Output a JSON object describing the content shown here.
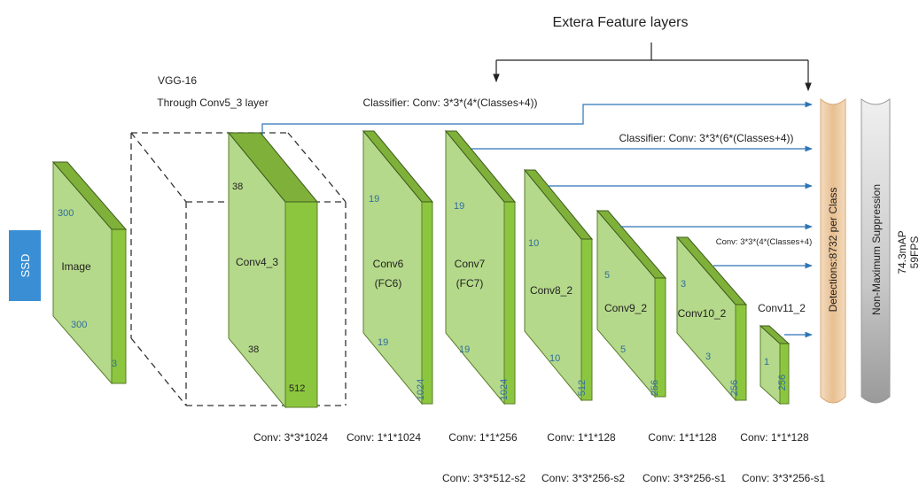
{
  "colors": {
    "block_front": "#b5d98a",
    "block_side": "#8cc63f",
    "block_top": "#7fb13a",
    "arrow_blue": "#2e75b6",
    "ssd_box": "#3a8fd4",
    "detections_bar": "#edc9a0",
    "nms_bar": "#c8c8c8",
    "dim_text": "#2e6e9e"
  },
  "ssd_label": "SSD",
  "title": "Extera Feature layers",
  "vgg": {
    "name": "VGG-16",
    "subtitle": "Through Conv5_3 layer"
  },
  "classifiers": {
    "top": "Classifier: Conv: 3*3*(4*(Classes+4))",
    "middle": "Classifier: Conv: 3*3*(6*(Classes+4))",
    "small": "Conv: 3*3*(4*(Classes+4)"
  },
  "detections_label": "Detections:8732 per Class",
  "nms_label": "Non-Maximum Suppression",
  "result": {
    "map": "74.3mAP",
    "fps": "59FPS"
  },
  "blocks": [
    {
      "name": "Image",
      "dim_h": "300",
      "dim_w": "300",
      "depth": "3"
    },
    {
      "name": "Conv4_3",
      "dim_h": "38",
      "dim_w": "38",
      "depth": "512"
    },
    {
      "name": "Conv6",
      "name2": "(FC6)",
      "dim_h": "19",
      "dim_w": "19",
      "depth": "1024"
    },
    {
      "name": "Conv7",
      "name2": "(FC7)",
      "dim_h": "19",
      "dim_w": "19",
      "depth": "1024"
    },
    {
      "name": "Conv8_2",
      "dim_h": "10",
      "dim_w": "10",
      "depth": "512"
    },
    {
      "name": "Conv9_2",
      "dim_h": "5",
      "dim_w": "5",
      "depth": "256"
    },
    {
      "name": "Conv10_2",
      "dim_h": "3",
      "dim_w": "3",
      "depth": "256"
    },
    {
      "name": "Conv11_2",
      "dim_h": "1",
      "depth": "256"
    }
  ],
  "conv_row1": [
    "Conv: 3*3*1024",
    "Conv: 1*1*1024",
    "Conv: 1*1*256",
    "Conv: 1*1*128",
    "Conv: 1*1*128",
    "Conv: 1*1*128"
  ],
  "conv_row2": [
    "Conv: 3*3*512-s2",
    "Conv: 3*3*256-s2",
    "Conv: 3*3*256-s1",
    "Conv: 3*3*256-s1"
  ]
}
